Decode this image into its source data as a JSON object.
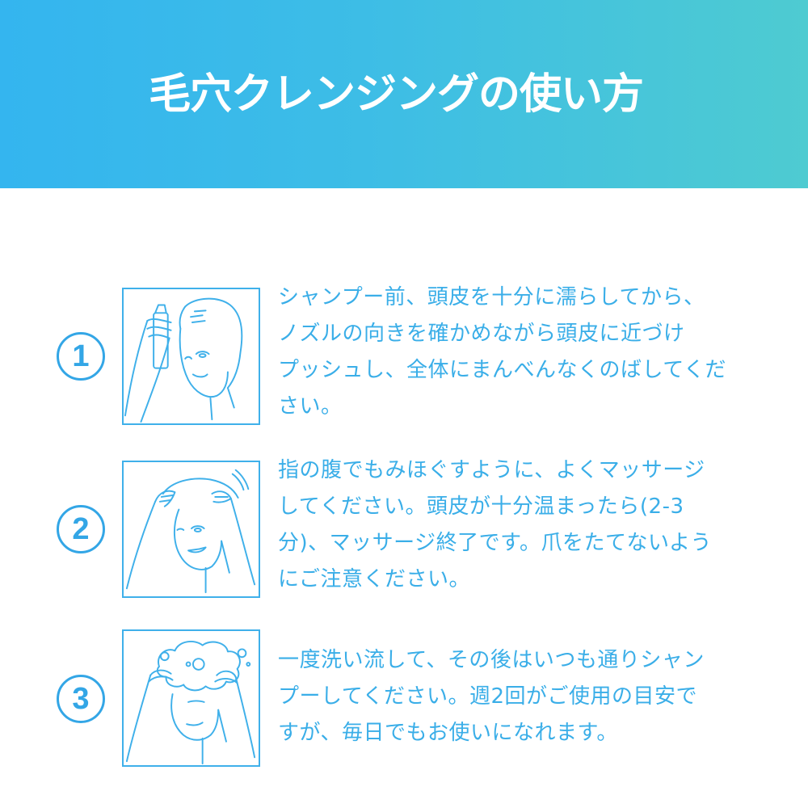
{
  "header": {
    "title": "毛穴クレンジングの使い方",
    "gradient_start": "#34b5ef",
    "gradient_end": "#4ecbd1"
  },
  "accent_color": "#3aaee8",
  "steps": [
    {
      "number": "1",
      "illustration": "woman-spraying-scalp",
      "lines": [
        "シャンプー前、頭皮を十分に濡らしてから、",
        "ノズルの向きを確かめながら頭皮に近づけ",
        "プッシュし、全体にまんべんなくのばしてくだ",
        "さい。"
      ]
    },
    {
      "number": "2",
      "illustration": "woman-massaging-scalp",
      "lines": [
        "指の腹でもみほぐすように、よくマッサージ",
        "してください。頭皮が十分温まったら(2-3",
        "分)、マッサージ終了です。爪をたてないよう",
        "にご注意ください。"
      ]
    },
    {
      "number": "3",
      "illustration": "woman-shampooing-foam",
      "lines": [
        "一度洗い流して、その後はいつも通りシャン",
        "プーしてください。週2回がご使用の目安で",
        "すが、毎日でもお使いになれます。"
      ]
    }
  ]
}
